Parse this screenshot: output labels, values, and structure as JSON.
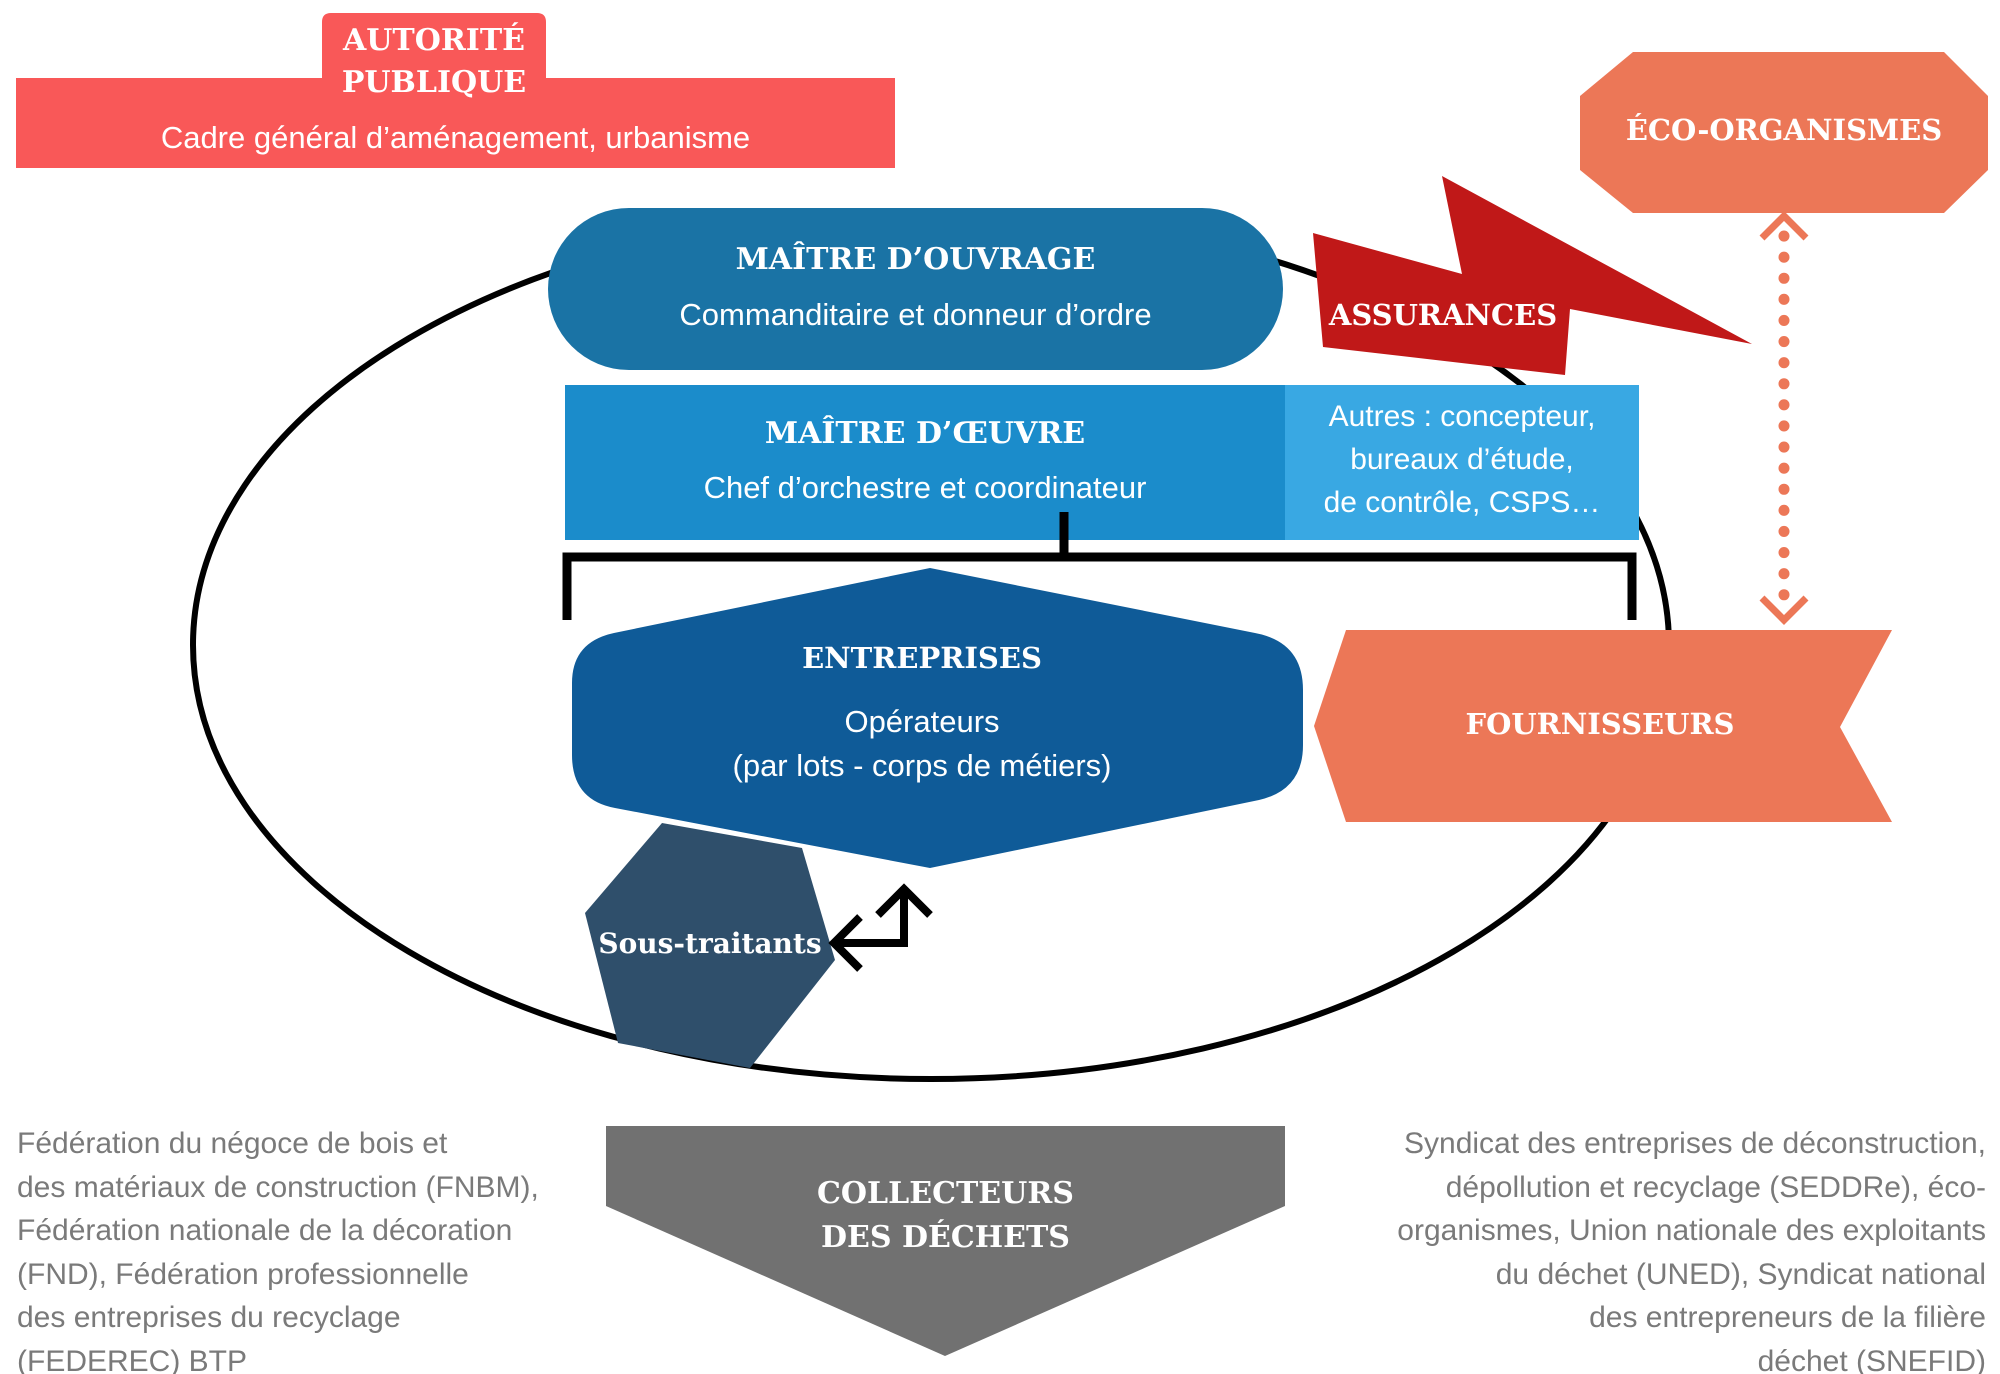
{
  "colors": {
    "autorite": "#f95858",
    "maitre_ouvrage": "#1a73a5",
    "maitre_oeuvre": "#1b8ccb",
    "autres": "#39a8e3",
    "entreprises": "#0f5b98",
    "sous_traitants": "#2f4f6b",
    "assurances": "#c01818",
    "eco": "#ec7757",
    "fournisseurs": "#ec7757",
    "collecteurs": "#717171",
    "notes": "#7a7a7a"
  },
  "autorite": {
    "title_line1": "AUTORITÉ",
    "title_line2": "PUBLIQUE",
    "subtitle": "Cadre général d’aménagement, urbanisme"
  },
  "eco_organismes": {
    "title": "ÉCO-ORGANISMES"
  },
  "maitre_ouvrage": {
    "title": "MAÎTRE D’OUVRAGE",
    "subtitle": "Commanditaire et donneur d’ordre"
  },
  "assurances": {
    "title": "ASSURANCES"
  },
  "maitre_oeuvre": {
    "title": "MAÎTRE D’ŒUVRE",
    "subtitle": "Chef d’orchestre et coordinateur"
  },
  "autres": {
    "lines": [
      "Autres : concepteur,",
      "bureaux d’étude,",
      "de contrôle, CSPS…"
    ]
  },
  "entreprises": {
    "title": "ENTREPRISES",
    "subtitle_line1": "Opérateurs",
    "subtitle_line2": "(par lots - corps de métiers)"
  },
  "fournisseurs": {
    "title": "FOURNISSEURS"
  },
  "sous_traitants": {
    "title": "Sous-traitants"
  },
  "collecteurs": {
    "title_line1": "COLLECTEURS",
    "title_line2": "DES DÉCHETS"
  },
  "left_note": {
    "lines": [
      "Fédération du négoce de bois et",
      "des matériaux de construction (FNBM),",
      "Fédération nationale de la décoration",
      "(FND), Fédération professionnelle",
      "des entreprises du recyclage",
      "(FEDEREC) BTP"
    ]
  },
  "right_note": {
    "lines": [
      "Syndicat des entreprises de déconstruction,",
      "dépollution et recyclage (SEDDRe), éco-",
      "organismes, Union nationale des exploitants",
      "du déchet (UNED), Syndicat national",
      "des entrepreneurs de la filière",
      "déchet (SNEFID)"
    ]
  }
}
